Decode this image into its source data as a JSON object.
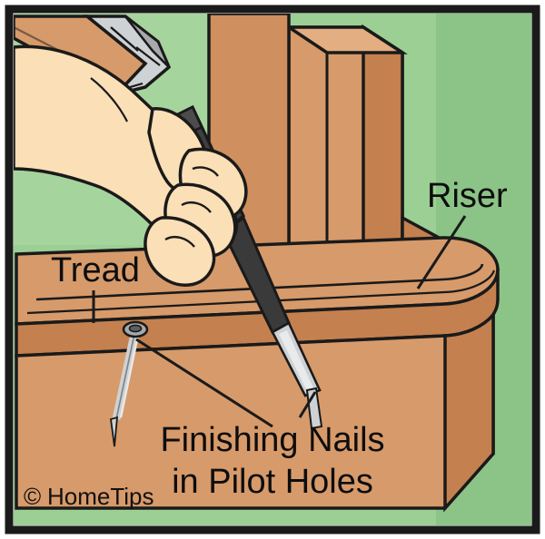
{
  "figure": {
    "title": "Finishing nails driven into pilot holes at stair tread and riser",
    "frame_color": "#1a1a1a",
    "background_wall_color": "#9ccf94",
    "wood_color": "#d79a6a",
    "wood_dark_color": "#c4804f",
    "skin_color": "#fbdfb6",
    "metal_color": "#cfd2d4",
    "handle_color": "#3f3f3f",
    "outline_color": "#1a1a1a"
  },
  "labels": {
    "riser": "Riser",
    "tread": "Tread",
    "nails_line1": "Finishing Nails",
    "nails_line2": "in Pilot Holes"
  },
  "credit": {
    "symbol": "©",
    "text": "HomeTips"
  },
  "parts": [
    {
      "id": "hammer",
      "name": "hammer"
    },
    {
      "id": "hand",
      "name": "hand-gripping-nail-set"
    },
    {
      "id": "nail-set",
      "name": "nail-set-tool"
    },
    {
      "id": "newel-post",
      "name": "newel-post"
    },
    {
      "id": "riser",
      "name": "riser-board"
    },
    {
      "id": "tread",
      "name": "stair-tread"
    },
    {
      "id": "nail-1",
      "name": "finishing-nail-left"
    },
    {
      "id": "nail-2",
      "name": "finishing-nail-right"
    }
  ]
}
